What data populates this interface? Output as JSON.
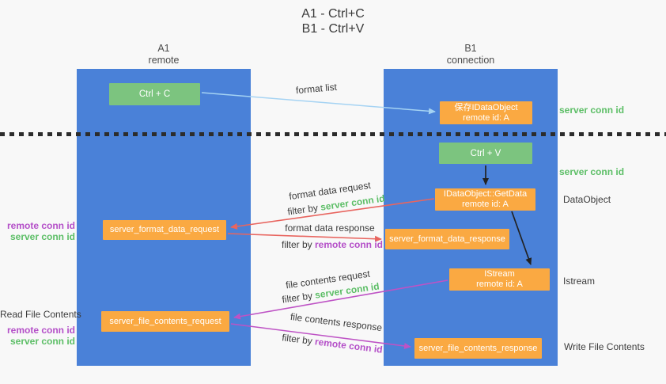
{
  "title": {
    "line1": "A1 - Ctrl+C",
    "line2": "B1 - Ctrl+V"
  },
  "lanes": [
    {
      "name": "A1",
      "subtitle": "remote"
    },
    {
      "name": "B1",
      "subtitle": "connection"
    }
  ],
  "nodes": {
    "ctrl_c": "Ctrl + C",
    "ctrl_v": "Ctrl + V",
    "save_idataobject": {
      "line1": "保存IDataObject",
      "line2": "remote id: A"
    },
    "getdata": {
      "line1": "IDataObject::GetData",
      "line2": "remote id: A"
    },
    "istream": {
      "line1": "IStream",
      "line2": "remote id: A"
    },
    "format_request": "server_format_data_request",
    "format_response": "server_format_data_response",
    "file_request": "server_file_contents_request",
    "file_response": "server_file_contents_response"
  },
  "arrow_labels": {
    "format_list": "format list",
    "format_data_request": {
      "text": "format data request",
      "filter_prefix": "filter by ",
      "filter_key": "server conn id"
    },
    "format_data_response": {
      "text": "format data response",
      "filter_prefix": "filter by ",
      "filter_key": "remote conn id"
    },
    "file_contents_request": {
      "text": "file contents request",
      "filter_prefix": "filter by ",
      "filter_key": "server conn id"
    },
    "file_contents_response": {
      "text": "file contents response",
      "filter_prefix": "filter by ",
      "filter_key": "remote conn id"
    }
  },
  "side_labels": {
    "right_server_conn_top": "server conn id",
    "right_server_conn_mid": "server conn id",
    "dataobject": "DataObject",
    "istream": "Istream",
    "write_file": "Write File Contents",
    "left_remote_conn_1": "remote conn id",
    "left_server_conn_1": "server conn id",
    "read_file": "Read File Contents",
    "left_remote_conn_2": "remote conn id",
    "left_server_conn_2": "server conn id"
  },
  "colors": {
    "lane_blue": "#4A81D8",
    "box_green": "#7CC47F",
    "box_orange": "#FAA942",
    "arrow_lightblue": "#A5D3F3",
    "arrow_red": "#E8655F",
    "arrow_magenta": "#BE53C5",
    "arrow_black": "#222222",
    "text_green": "#5CBE66",
    "text_purple": "#B44FC8",
    "text_dark": "#3C3C3C",
    "background": "#F8F8F8"
  }
}
